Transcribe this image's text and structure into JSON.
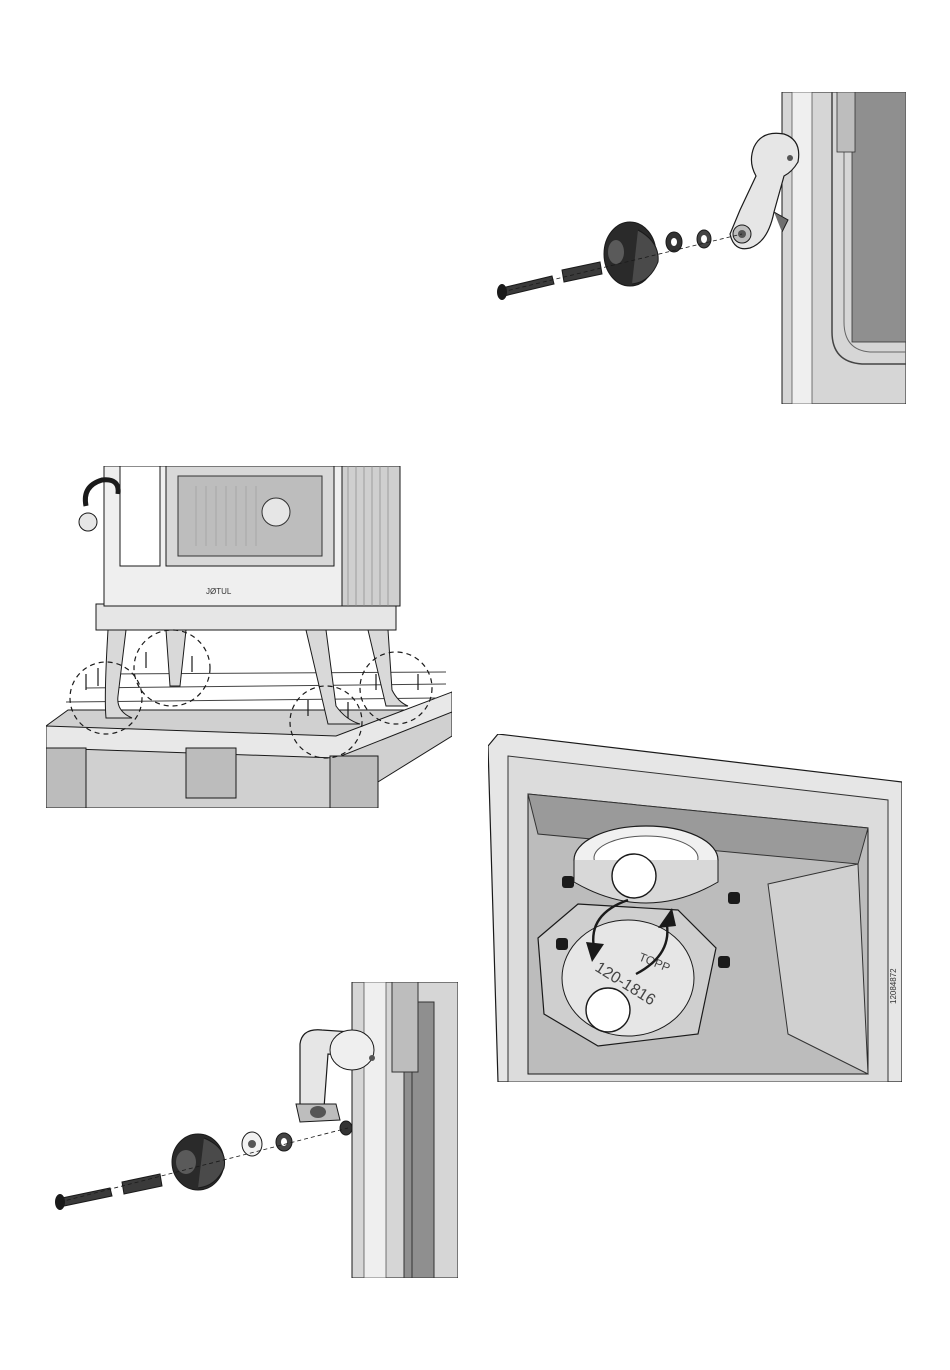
{
  "page": {
    "background": "#ffffff"
  },
  "figures": {
    "top_right": {
      "icon": "door-handle-exploded-assembly-icon"
    },
    "middle_left": {
      "icon": "stove-on-pallet-icon",
      "logo_text": "JØTUL"
    },
    "bottom_left": {
      "icon": "door-handle-exploded-assembly-icon"
    },
    "bottom_right": {
      "icon": "flue-outlet-rotation-icon",
      "collar_text_1": "120-1816",
      "collar_text_2": "TOPP",
      "side_text": "12084872"
    }
  },
  "colors": {
    "line": "#1a1a1a",
    "metal_light": "#e6e6e6",
    "metal_mid": "#bdbdbd",
    "metal_dark": "#6e6e6e",
    "knob": "#2a2a2a",
    "glass": "#8f8f8f"
  }
}
